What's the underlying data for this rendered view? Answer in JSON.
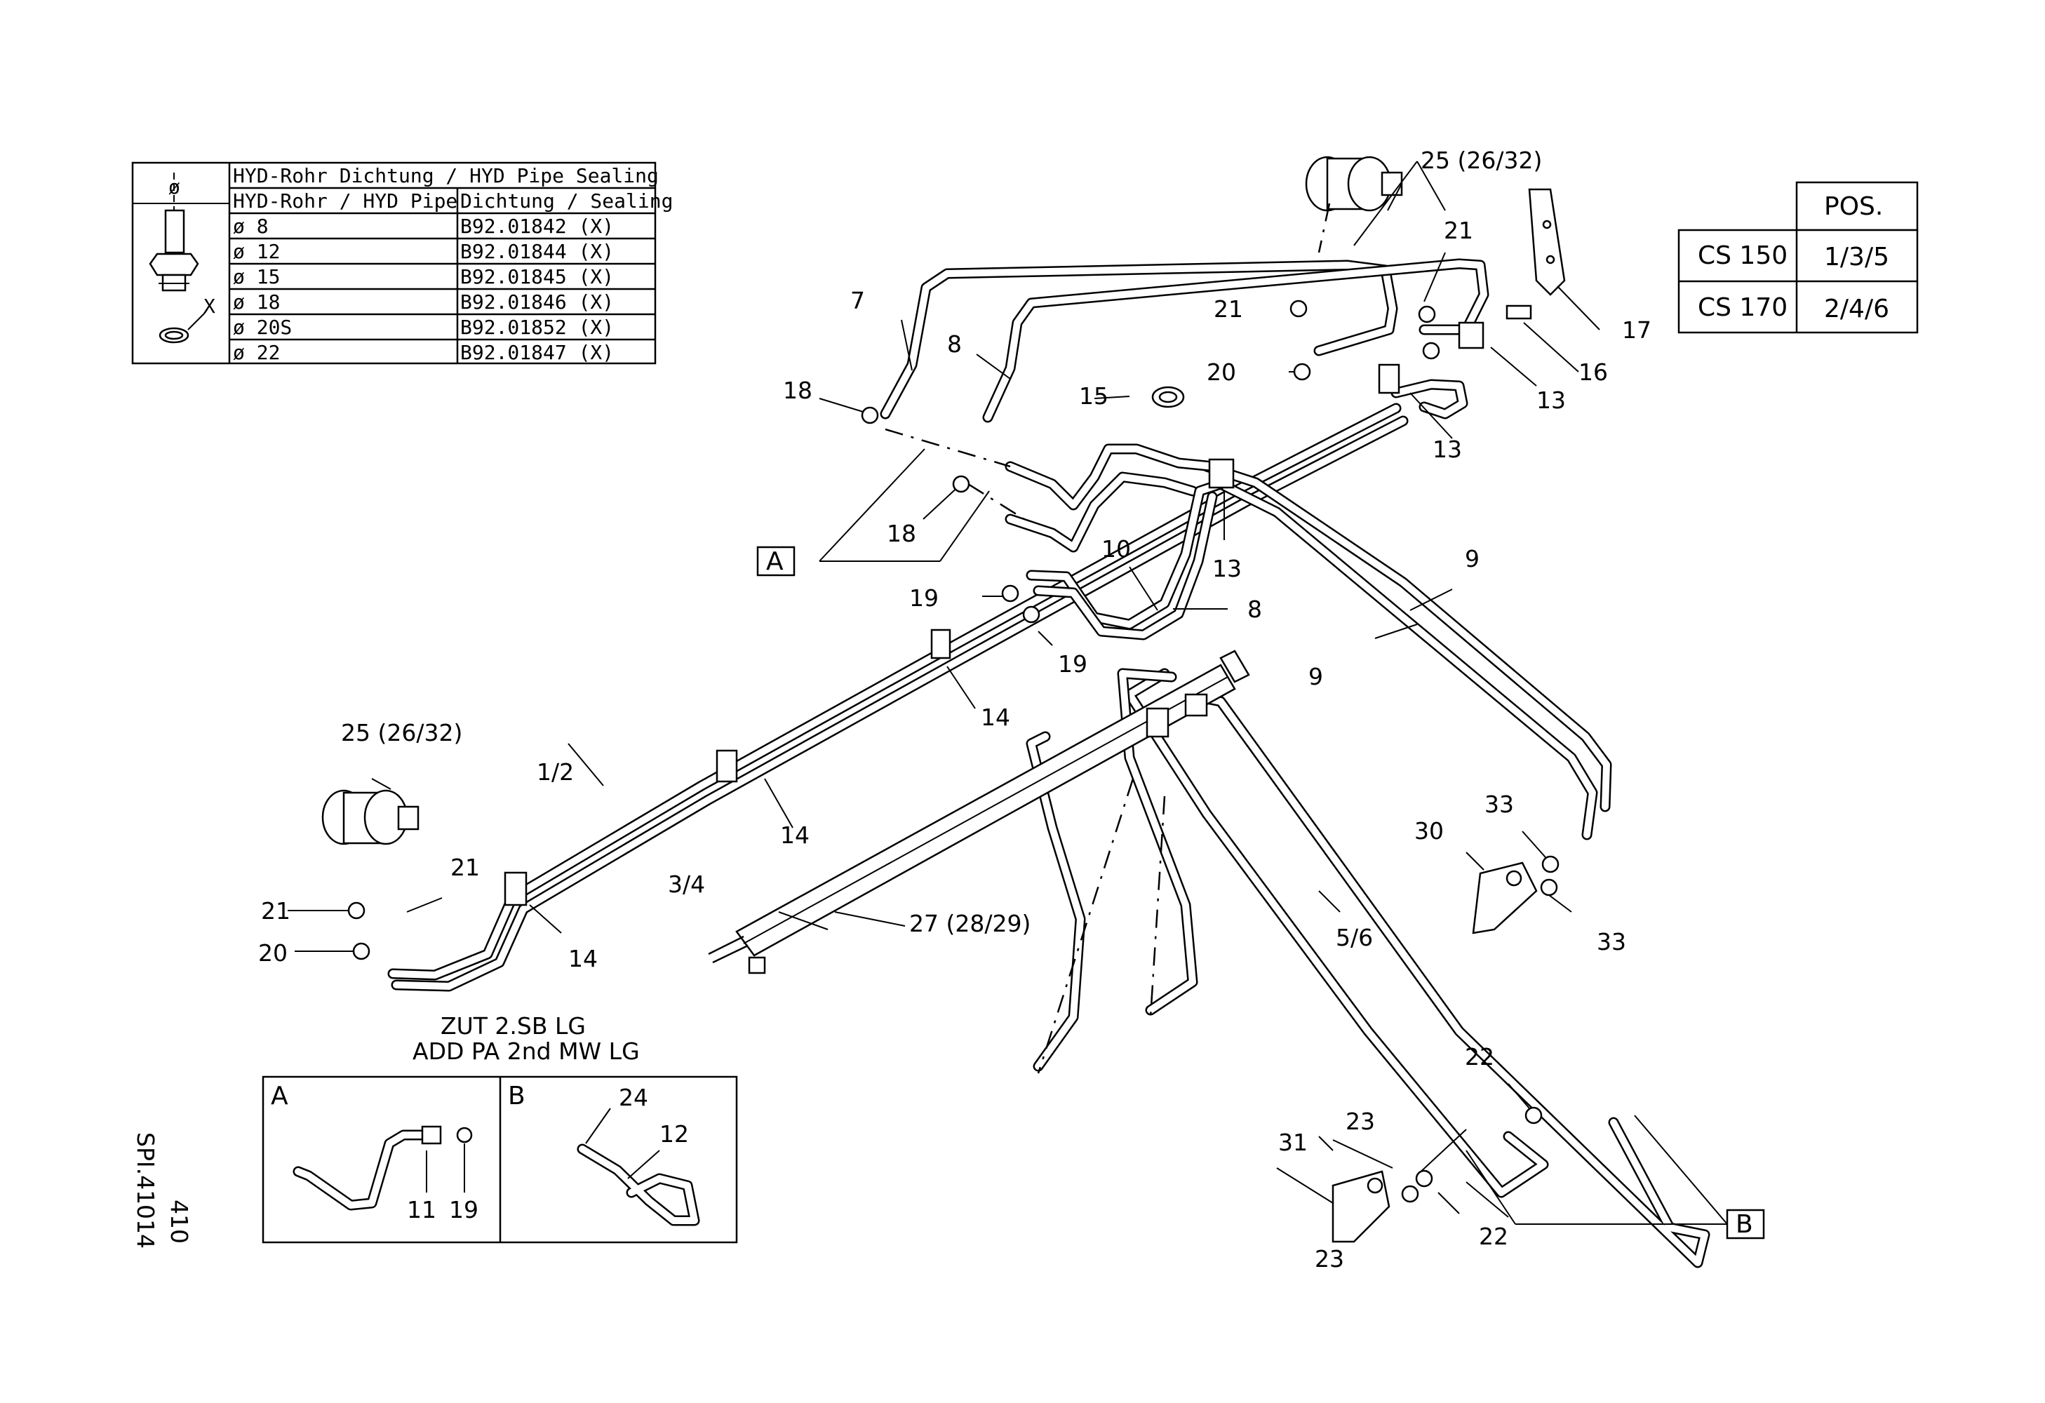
{
  "seal_table": {
    "diameter_symbol": "ø",
    "x_label": "X",
    "title": "HYD-Rohr Dichtung / HYD Pipe Sealing",
    "col_pipe": "HYD-Rohr / HYD Pipe",
    "col_seal": "Dichtung / Sealing",
    "rows": [
      {
        "pipe": "ø  8",
        "seal": "B92.01842   (X)"
      },
      {
        "pipe": "ø  12",
        "seal": "B92.01844   (X)"
      },
      {
        "pipe": "ø  15",
        "seal": "B92.01845   (X)"
      },
      {
        "pipe": "ø  18",
        "seal": "B92.01846   (X)"
      },
      {
        "pipe": "ø  20S",
        "seal": "B92.01852   (X)"
      },
      {
        "pipe": "ø  22",
        "seal": "B92.01847   (X)"
      }
    ]
  },
  "pos_table": {
    "header": "POS.",
    "rows": [
      {
        "model": "CS 150",
        "pos": "1/3/5"
      },
      {
        "model": "CS 170",
        "pos": "2/4/6"
      }
    ]
  },
  "callouts": {
    "c25_top": "25 (26/32)",
    "c25_left": "25 (26/32)",
    "c21_a": "21",
    "c21_b": "21",
    "c21_c": "21",
    "c21_d": "21",
    "c20_a": "20",
    "c20_b": "20",
    "c17": "17",
    "c16": "16",
    "c13_a": "13",
    "c13_b": "13",
    "c13_c": "13",
    "c7": "7",
    "c8_a": "8",
    "c8_b": "8",
    "c18_a": "18",
    "c18_b": "18",
    "c15": "15",
    "c10": "10",
    "c9_a": "9",
    "c9_b": "9",
    "c19_a": "19",
    "c19_b": "19",
    "c14_a": "14",
    "c14_b": "14",
    "c14_c": "14",
    "c12": "1/2",
    "c34": "3/4",
    "c27": "27 (28/29)",
    "c56": "5/6",
    "c30": "30",
    "c33_a": "33",
    "c33_b": "33",
    "c22_a": "22",
    "c22_b": "22",
    "c23_a": "23",
    "c23_b": "23",
    "c31": "31"
  },
  "ref_a": "A",
  "ref_b": "B",
  "note_line1": "ZUT 2.SB LG",
  "note_line2": "ADD PA 2nd MW LG",
  "detail": {
    "a_label": "A",
    "b_label": "B",
    "c11": "11",
    "c19": "19",
    "c24": "24",
    "c12": "12"
  },
  "drawing_no": "SPI.41014",
  "page_no": "410"
}
